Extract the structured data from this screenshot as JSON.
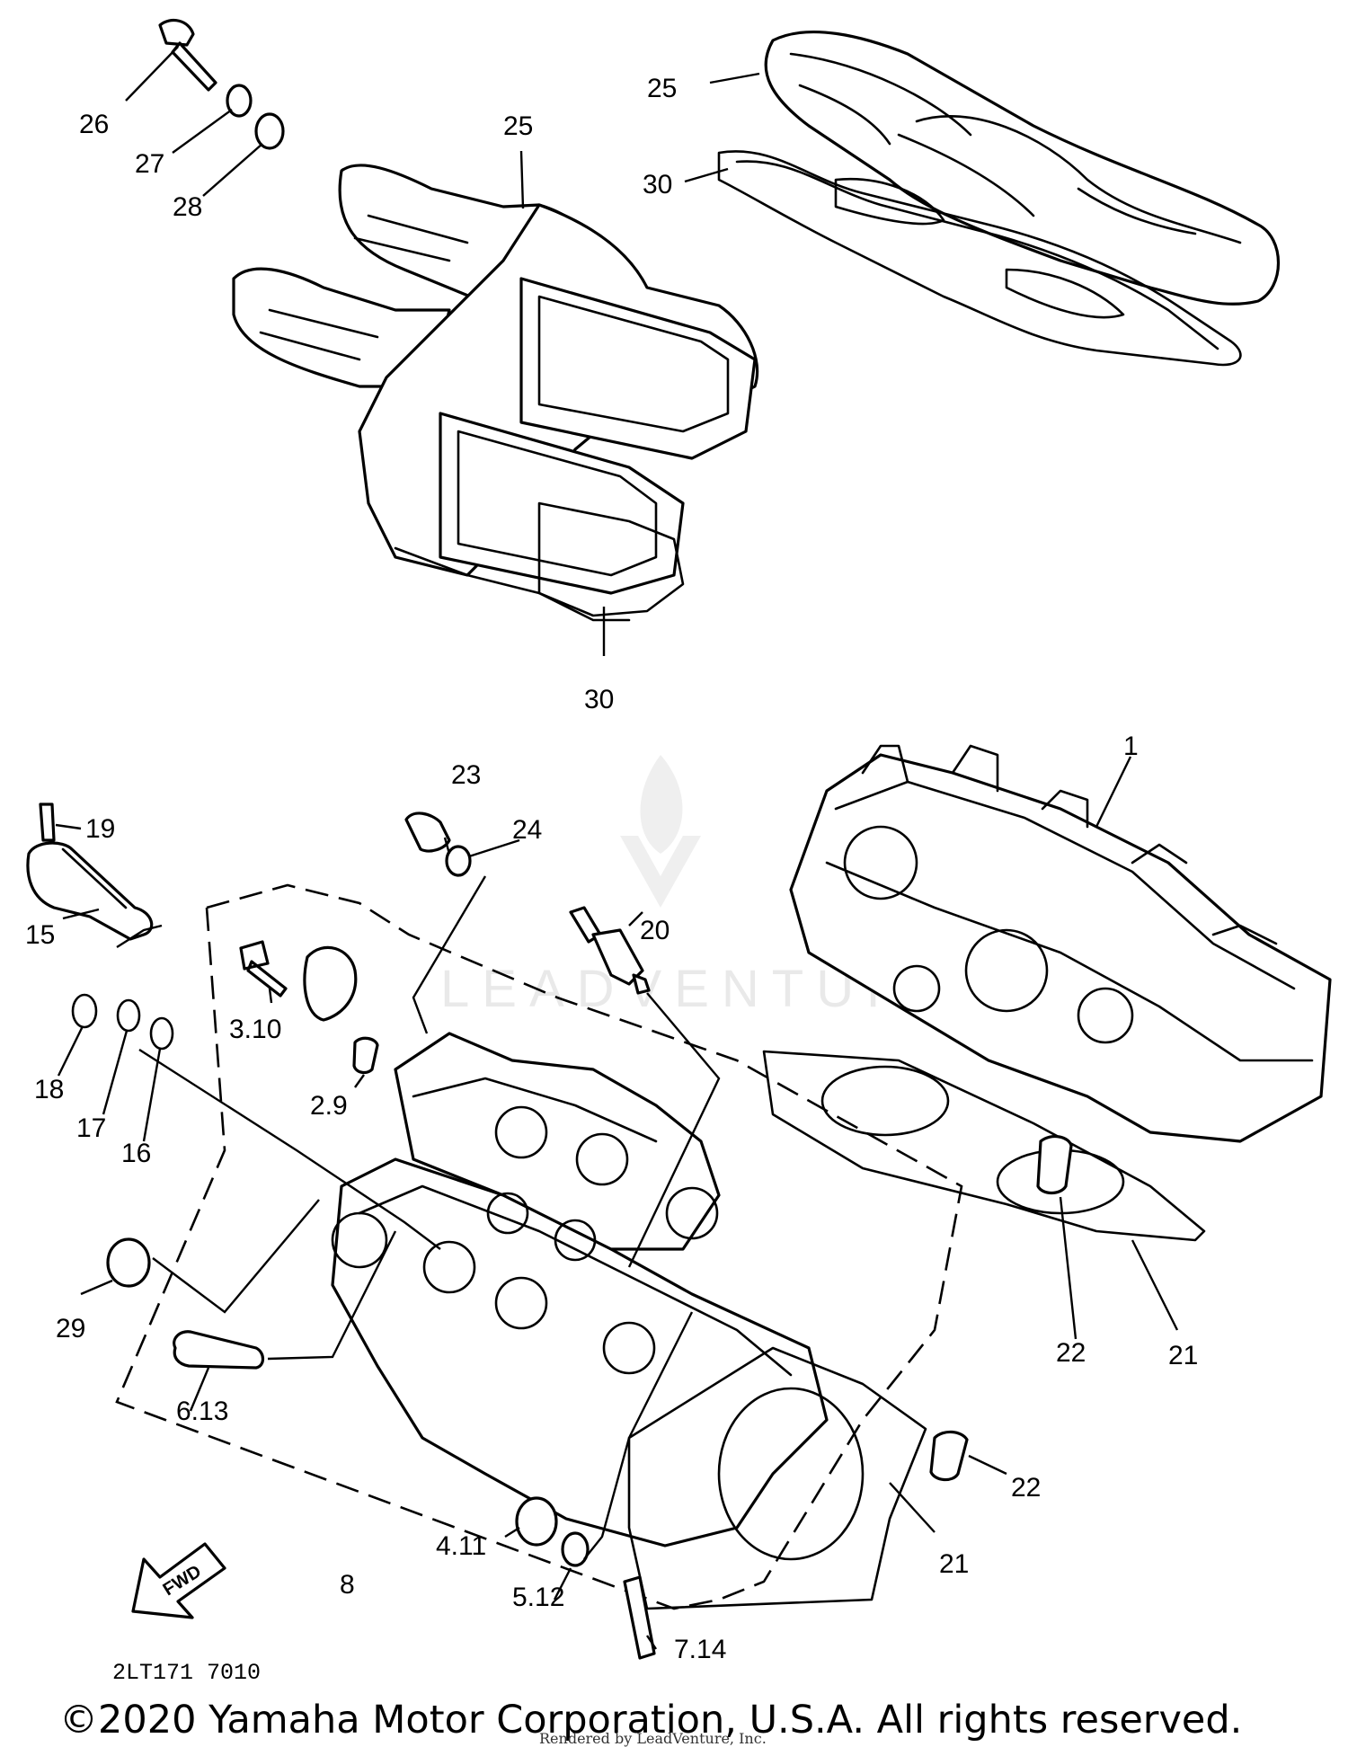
{
  "callouts": [
    {
      "id": "c1",
      "text": "1"
    },
    {
      "id": "c2_9",
      "text": "2.9"
    },
    {
      "id": "c3_10",
      "text": "3.10"
    },
    {
      "id": "c4_11",
      "text": "4.11"
    },
    {
      "id": "c5_12",
      "text": "5.12"
    },
    {
      "id": "c6_13",
      "text": "6.13"
    },
    {
      "id": "c7_14",
      "text": "7.14"
    },
    {
      "id": "c8",
      "text": "8"
    },
    {
      "id": "c15",
      "text": "15"
    },
    {
      "id": "c16",
      "text": "16"
    },
    {
      "id": "c17",
      "text": "17"
    },
    {
      "id": "c18",
      "text": "18"
    },
    {
      "id": "c19",
      "text": "19"
    },
    {
      "id": "c20",
      "text": "20"
    },
    {
      "id": "c21a",
      "text": "21"
    },
    {
      "id": "c21b",
      "text": "21"
    },
    {
      "id": "c22a",
      "text": "22"
    },
    {
      "id": "c22b",
      "text": "22"
    },
    {
      "id": "c23",
      "text": "23"
    },
    {
      "id": "c24",
      "text": "24"
    },
    {
      "id": "c25a",
      "text": "25"
    },
    {
      "id": "c25b",
      "text": "25"
    },
    {
      "id": "c26",
      "text": "26"
    },
    {
      "id": "c27",
      "text": "27"
    },
    {
      "id": "c28",
      "text": "28"
    },
    {
      "id": "c29",
      "text": "29"
    },
    {
      "id": "c30a",
      "text": "30"
    },
    {
      "id": "c30b",
      "text": "30"
    }
  ],
  "fwd_label": "FWD",
  "drawing_code": "2LT171 7010",
  "copyright": "©2020 Yamaha Motor Corporation, U.S.A. All rights reserved.",
  "rendered_by": "Rendered by LeadVenture, Inc.",
  "watermark": "LEADVENTURE"
}
